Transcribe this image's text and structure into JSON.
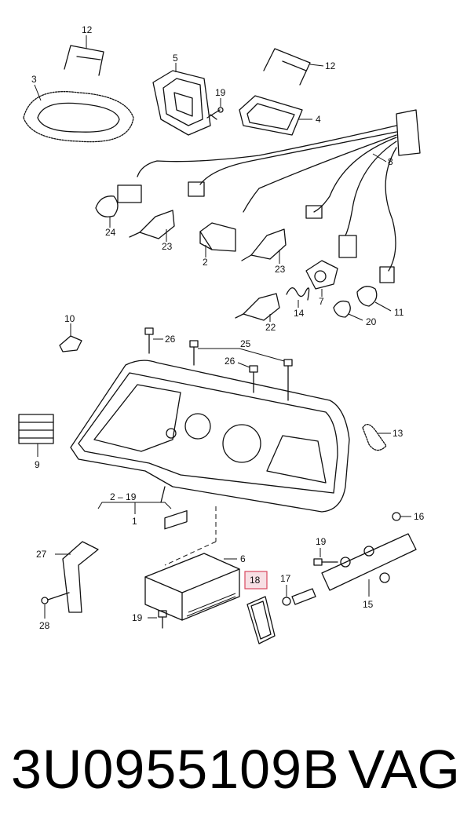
{
  "diagram": {
    "callouts": [
      {
        "id": "c12a",
        "text": "12"
      },
      {
        "id": "c3",
        "text": "3"
      },
      {
        "id": "c5",
        "text": "5"
      },
      {
        "id": "c19a",
        "text": "19"
      },
      {
        "id": "c12b",
        "text": "12"
      },
      {
        "id": "c4",
        "text": "4"
      },
      {
        "id": "c8",
        "text": "8"
      },
      {
        "id": "c24",
        "text": "24"
      },
      {
        "id": "c23a",
        "text": "23"
      },
      {
        "id": "c2",
        "text": "2"
      },
      {
        "id": "c23b",
        "text": "23"
      },
      {
        "id": "c7",
        "text": "7"
      },
      {
        "id": "c11",
        "text": "11"
      },
      {
        "id": "c22",
        "text": "22"
      },
      {
        "id": "c14",
        "text": "14"
      },
      {
        "id": "c20",
        "text": "20"
      },
      {
        "id": "c10",
        "text": "10"
      },
      {
        "id": "c26a",
        "text": "26"
      },
      {
        "id": "c25",
        "text": "25"
      },
      {
        "id": "c26b",
        "text": "26"
      },
      {
        "id": "c9",
        "text": "9"
      },
      {
        "id": "c13",
        "text": "13"
      },
      {
        "id": "c2-19",
        "text": "2 – 19"
      },
      {
        "id": "c1",
        "text": "1"
      },
      {
        "id": "c16",
        "text": "16"
      },
      {
        "id": "c27",
        "text": "27"
      },
      {
        "id": "c6",
        "text": "6"
      },
      {
        "id": "c19b",
        "text": "19"
      },
      {
        "id": "c18",
        "text": "18"
      },
      {
        "id": "c17",
        "text": "17"
      },
      {
        "id": "c15",
        "text": "15"
      },
      {
        "id": "c28",
        "text": "28"
      },
      {
        "id": "c19c",
        "text": "19"
      }
    ],
    "highlighted_callout": "18",
    "highlight_color": "#d8485e"
  },
  "footer": {
    "part_number": "3U0955109B",
    "brand": "VAG"
  }
}
